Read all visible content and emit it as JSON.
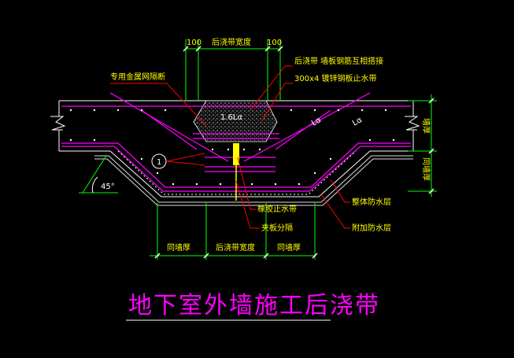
{
  "colors": {
    "background": "#000000",
    "wall": "#ffffff",
    "rebar": "#ff00ff",
    "dimension": "#00ff00",
    "leader": "#ff0000",
    "hatch": "#9a9a9a",
    "label": "#ffff00",
    "title": "#ff00ff",
    "strip": "#ffff00"
  },
  "labels": {
    "dim_left": "100",
    "dim_center": "后浇带宽度",
    "dim_right": "100",
    "metal_mesh": "专用金属网隔断",
    "top_note": "后浇带  墙板钢筋互相搭接",
    "waterstop_steel": "300x4 镀锌钢板止水带",
    "lap_length": "1.6Lα",
    "la_1": "Lα",
    "la_2": "Lα",
    "marker": "1",
    "angle": "45°",
    "wall_thickness_right_1": "墙厚",
    "wall_thickness_right_2": "同墙厚",
    "waterproof_overall": "整体防水层",
    "waterproof_extra": "附加防水层",
    "rubber_waterstop": "橡胶止水带",
    "plywood_divider": "夹板分隔",
    "bottom_left": "同墙厚",
    "bottom_center": "后浇带宽度",
    "bottom_right": "同墙厚",
    "title": "地下室外墙施工后浇带"
  }
}
